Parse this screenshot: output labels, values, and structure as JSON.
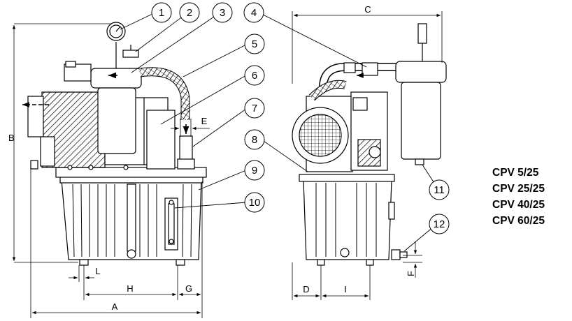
{
  "callouts": [
    "1",
    "2",
    "3",
    "4",
    "5",
    "6",
    "7",
    "8",
    "9",
    "10",
    "11",
    "12"
  ],
  "dimensions": {
    "A": "A",
    "B": "B",
    "C": "C",
    "D": "D",
    "E": "E",
    "F": "F",
    "G": "G",
    "H": "H",
    "I": "I",
    "L": "L"
  },
  "models": [
    "CPV 5/25",
    "CPV 25/25",
    "CPV 40/25",
    "CPV 60/25"
  ]
}
